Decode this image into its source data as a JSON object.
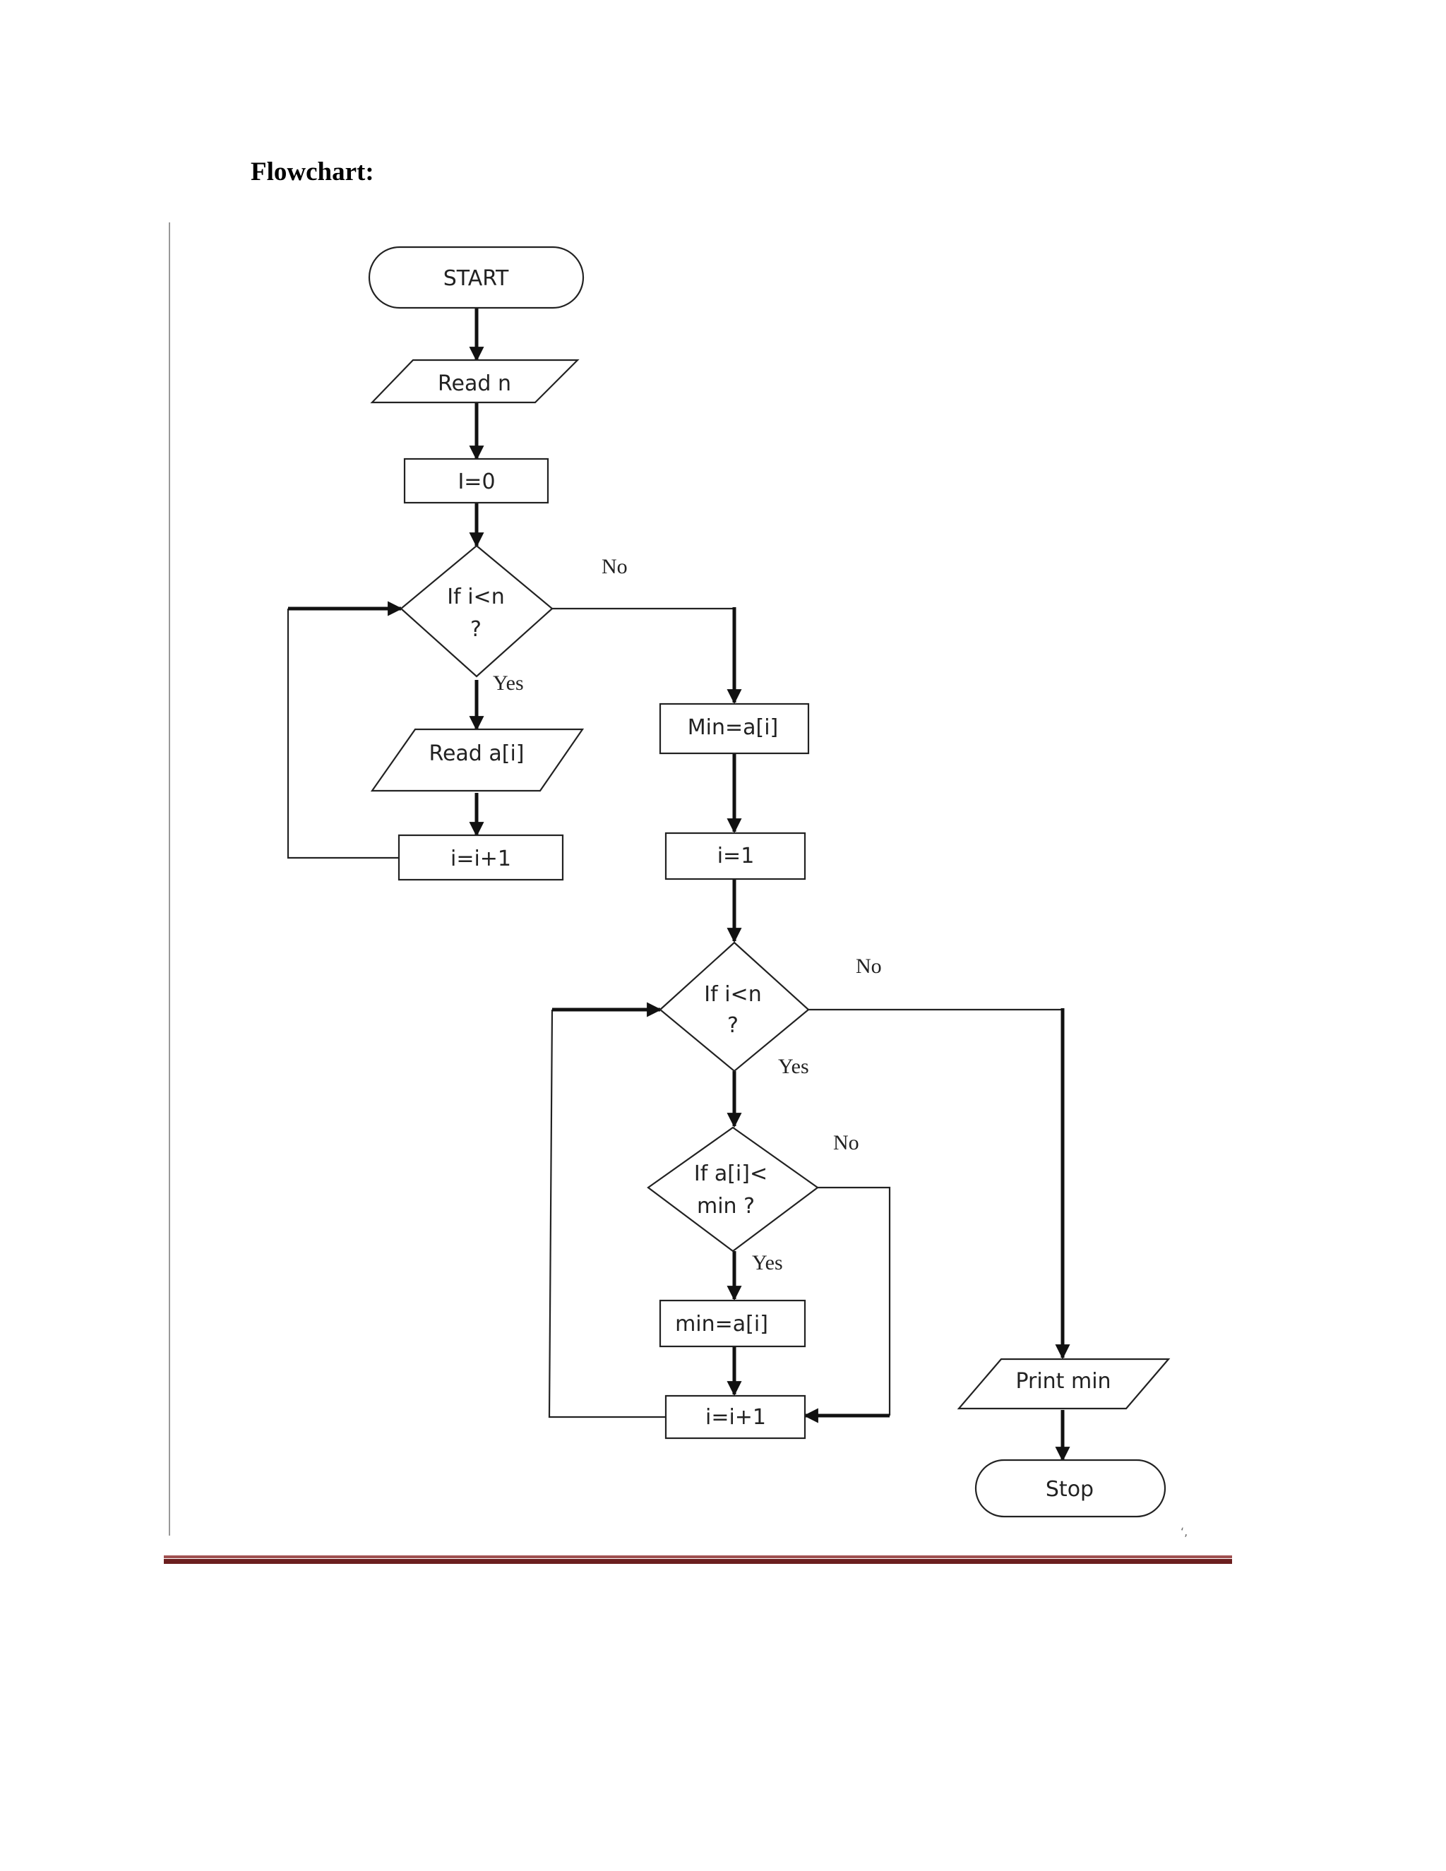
{
  "heading": "Flowchart:",
  "nodes": {
    "start": "START",
    "read_n": "Read n",
    "init_i": "I=0",
    "cond1_line1": "If i<n",
    "cond1_line2": "?",
    "read_ai": "Read a[i]",
    "inc1": "i=i+1",
    "min_init": "Min=a[i]",
    "i_one": "i=1",
    "cond2_line1": "If i<n",
    "cond2_line2": "?",
    "cond3_line1": "If a[i]<",
    "cond3_line2": "min ?",
    "min_update": "min=a[i]",
    "inc2": "i=i+1",
    "print_min": "Print min",
    "stop": "Stop"
  },
  "edge_labels": {
    "cond1_no": "No",
    "cond1_yes": "Yes",
    "cond2_no": "No",
    "cond2_yes": "Yes",
    "cond3_no": "No",
    "cond3_yes": "Yes"
  },
  "colors": {
    "rule_dark": "#6b1e1e",
    "rule_light": "#a05050",
    "ink": "#222222"
  }
}
